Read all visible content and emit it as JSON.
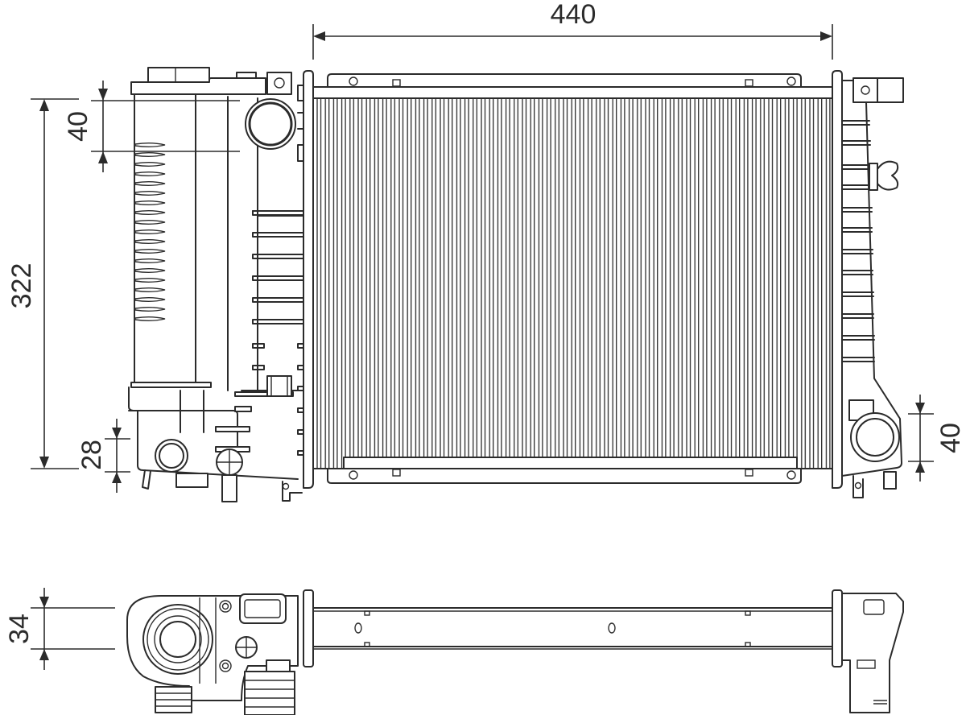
{
  "drawing": {
    "subject": "radiator",
    "views": [
      "front-view",
      "top-view"
    ],
    "line_color": "#2b2b2b",
    "background": "#ffffff"
  },
  "dimensions": {
    "width_core": {
      "value": "440",
      "orientation": "horizontal",
      "position": "top"
    },
    "height_core": {
      "value": "322",
      "orientation": "vertical",
      "position": "left"
    },
    "inlet_upper": {
      "value": "40",
      "orientation": "vertical",
      "position": "left-upper"
    },
    "outlet_lower_left": {
      "value": "28",
      "orientation": "vertical",
      "position": "left-lower"
    },
    "outlet_right": {
      "value": "40",
      "orientation": "vertical",
      "position": "right-lower"
    },
    "depth": {
      "value": "34",
      "orientation": "vertical",
      "position": "top-view-left"
    }
  }
}
